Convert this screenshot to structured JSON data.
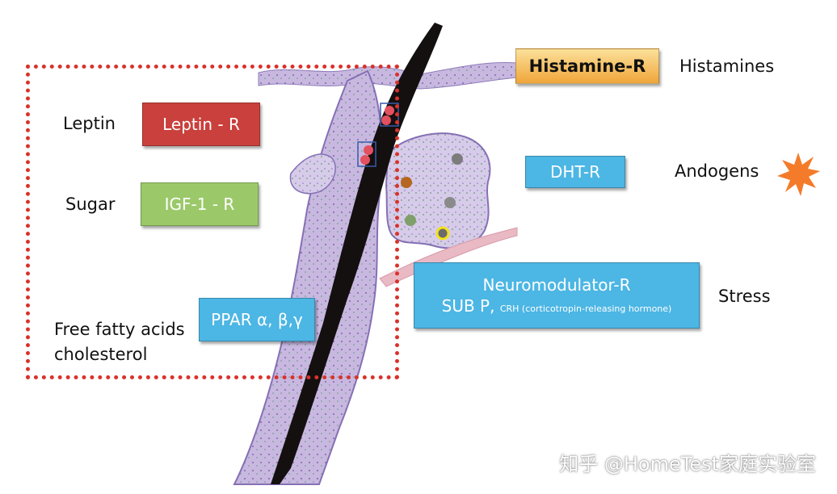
{
  "receptors": {
    "histamine": "Histamine-R",
    "leptin": "Leptin - R",
    "dht": "DHT-R",
    "igf": "IGF-1 - R",
    "ppar": "PPAR α, β,γ",
    "neuromodulator_title": "Neuromodulator-R",
    "neuromodulator_sub_main": "SUB P,",
    "neuromodulator_sub_small": "CRH (corticotropin-releasing hormone)"
  },
  "factors": {
    "histamines": "Histamines",
    "leptin": "Leptin",
    "androgens": "Andogens",
    "sugar": "Sugar",
    "stress": "Stress",
    "fatty_acids_line1": "Free fatty acids",
    "fatty_acids_line2": "cholesterol"
  },
  "watermark": "知乎 @HomeTest家庭实验室",
  "colors": {
    "leptin_box": "#c9403c",
    "igf_box": "#9bc96a",
    "blue_box": "#4cb6e4",
    "histamine_box": "#f0a53a",
    "dotted_frame": "#d9322a",
    "star": "#f47b2a",
    "tissue": "#b9a6d4"
  },
  "icons": [
    "hair-shaft-illustration",
    "sebaceous-gland-illustration",
    "star-burst-icon"
  ]
}
